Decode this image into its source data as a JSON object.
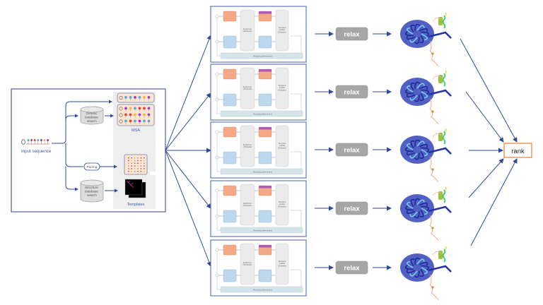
{
  "input_panel": {
    "input_sequence_label": "Input sequence",
    "genetic_search_label": [
      "Genetic",
      "database",
      "search"
    ],
    "structure_search_label": [
      "Structure",
      "database",
      "search"
    ],
    "pairing_label": "Pairing",
    "msa_label": "MSA",
    "templates_label": "Templates"
  },
  "model_block": {
    "evoformer_label": [
      "Evoformer",
      "(48 blocks)"
    ],
    "structure_module_label": [
      "Structure",
      "module",
      "(8 blocks)"
    ],
    "recycling_label": "← Recycling (three times)",
    "count": 5
  },
  "relax_label": "relax",
  "rank_label": "rank",
  "colors": {
    "arrow": "#2f4a9a",
    "panel_border": "#4a5fb0",
    "relax_fill": "#a6a6a6",
    "relax_text": "#ffffff",
    "rank_border": "#ed7d31",
    "label_blue": "#3a5aa8",
    "protein_core": "#2233aa"
  }
}
